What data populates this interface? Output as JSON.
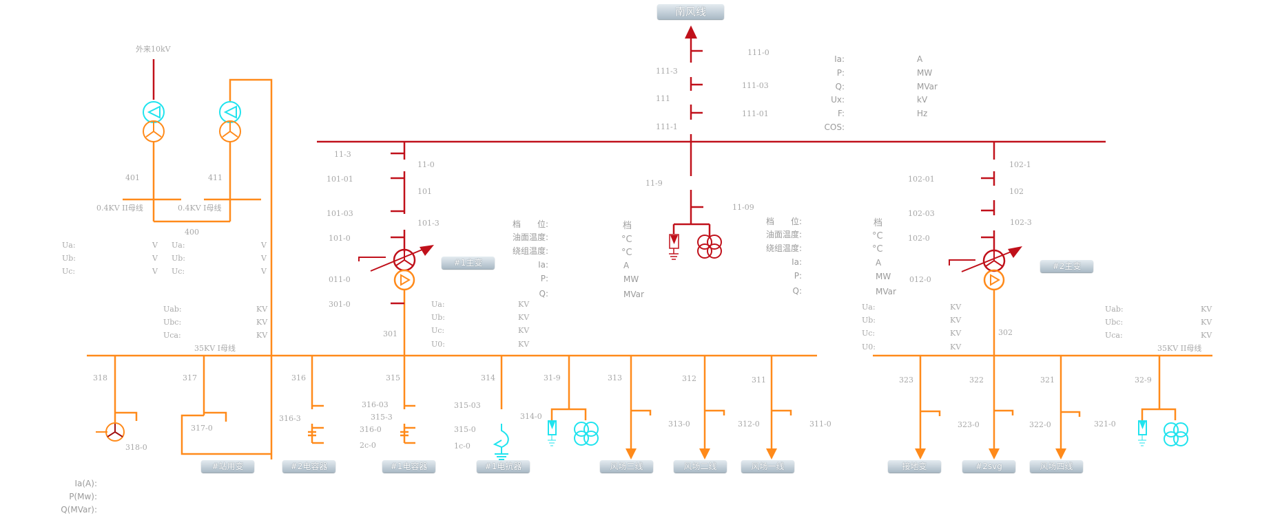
{
  "title_button": "南风线",
  "external_source": "外来10kV",
  "top_feeder": {
    "switches": [
      "111-0",
      "111-3",
      "111-03",
      "111",
      "111-01",
      "111-1"
    ]
  },
  "line_meter": {
    "labels": [
      "Ia:",
      "P:",
      "Q:",
      "Ux:",
      "F:",
      "COS:"
    ],
    "units": [
      "A",
      "MW",
      "MVar",
      "kV",
      "Hz",
      ""
    ]
  },
  "t1": {
    "name": "#1主变",
    "switches": [
      "11-3",
      "11-0",
      "101-01",
      "101",
      "101-03",
      "101-3",
      "101-0",
      "011-0",
      "301-0",
      "301"
    ],
    "meter_labels": [
      "档　　位:",
      "油面温度:",
      "绕组温度:",
      "Ia:",
      "P:",
      "Q:"
    ],
    "meter_units": [
      "档",
      "°C",
      "°C",
      "A",
      "MW",
      "MVar"
    ]
  },
  "t2": {
    "name": "#2主变",
    "switches": [
      "102-1",
      "102-01",
      "102",
      "102-03",
      "102-3",
      "102-0",
      "012-0",
      "302"
    ],
    "meter_labels": [
      "档　　位:",
      "油面温度:",
      "绕组温度:",
      "Ia:",
      "P:",
      "Q:"
    ],
    "meter_units": [
      "档",
      "°C",
      "°C",
      "A",
      "MW",
      "MVar"
    ]
  },
  "pt_top": {
    "switches": [
      "11-9",
      "11-09"
    ]
  },
  "lv": {
    "switches": [
      "401",
      "411",
      "400"
    ],
    "bus2": "0.4KV II母线",
    "bus1": "0.4KV I母线",
    "left_meter": {
      "labels": [
        "Ua:",
        "Ub:",
        "Uc:"
      ],
      "units": [
        "V",
        "V",
        "V"
      ]
    },
    "right_meter": {
      "labels": [
        "Ua:",
        "Ub:",
        "Uc:"
      ],
      "units": [
        "V",
        "V",
        "V"
      ]
    }
  },
  "bus1": {
    "name": "35KV I母线",
    "line_meter": {
      "labels": [
        "Uab:",
        "Ubc:",
        "Uca:"
      ],
      "units": [
        "KV",
        "KV",
        "KV"
      ]
    },
    "phase_meter": {
      "labels": [
        "Ua:",
        "Ub:",
        "Uc:",
        "U0:"
      ],
      "units": [
        "KV",
        "KV",
        "KV",
        "KV"
      ]
    },
    "feeders": [
      {
        "no": "318",
        "sub": [
          "318-0"
        ]
      },
      {
        "no": "317",
        "sub": [
          "317-0"
        ],
        "button": "#站用变"
      },
      {
        "no": "316",
        "sub": [
          "316-3"
        ],
        "button": "#2电容器"
      },
      {
        "no": "315",
        "sub": [
          "316-03",
          "315-3",
          "316-0",
          "2c-0"
        ],
        "button": "#1电容器"
      },
      {
        "no": "314",
        "sub": [
          "315-03",
          "315-0",
          "1c-0"
        ],
        "button": "#1电抗器"
      },
      {
        "no": "31-9",
        "sub": [
          "314-0"
        ]
      },
      {
        "no": "313",
        "sub": [
          "313-0"
        ],
        "button": "风场三线"
      },
      {
        "no": "312",
        "sub": [
          "312-0"
        ],
        "button": "风场二线"
      },
      {
        "no": "311",
        "sub": [
          "311-0"
        ],
        "button": "风场一线"
      }
    ]
  },
  "bus2": {
    "name": "35KV II母线",
    "line_meter": {
      "labels": [
        "Uab:",
        "Ubc:",
        "Uca:"
      ],
      "units": [
        "KV",
        "KV",
        "KV"
      ]
    },
    "phase_meter": {
      "labels": [
        "Ua:",
        "Ub:",
        "Uc:",
        "U0:"
      ],
      "units": [
        "KV",
        "KV",
        "KV",
        "KV"
      ]
    },
    "feeders": [
      {
        "no": "323",
        "sub": [
          "323-0"
        ],
        "button": "接地变"
      },
      {
        "no": "322",
        "sub": [
          "322-0"
        ],
        "button": "#2svg"
      },
      {
        "no": "321",
        "sub": [
          "321-0"
        ],
        "button": "风场四线"
      },
      {
        "no": "32-9",
        "sub": []
      }
    ]
  },
  "bottom_meter": {
    "labels": [
      "Ia(A):",
      "P(Mw):",
      "Q(MVar):"
    ]
  },
  "colors": {
    "kv110": "#c0101a",
    "kv35": "#ff8a1a",
    "lv": "#1fe3ee",
    "text": "#a8a8a8"
  }
}
